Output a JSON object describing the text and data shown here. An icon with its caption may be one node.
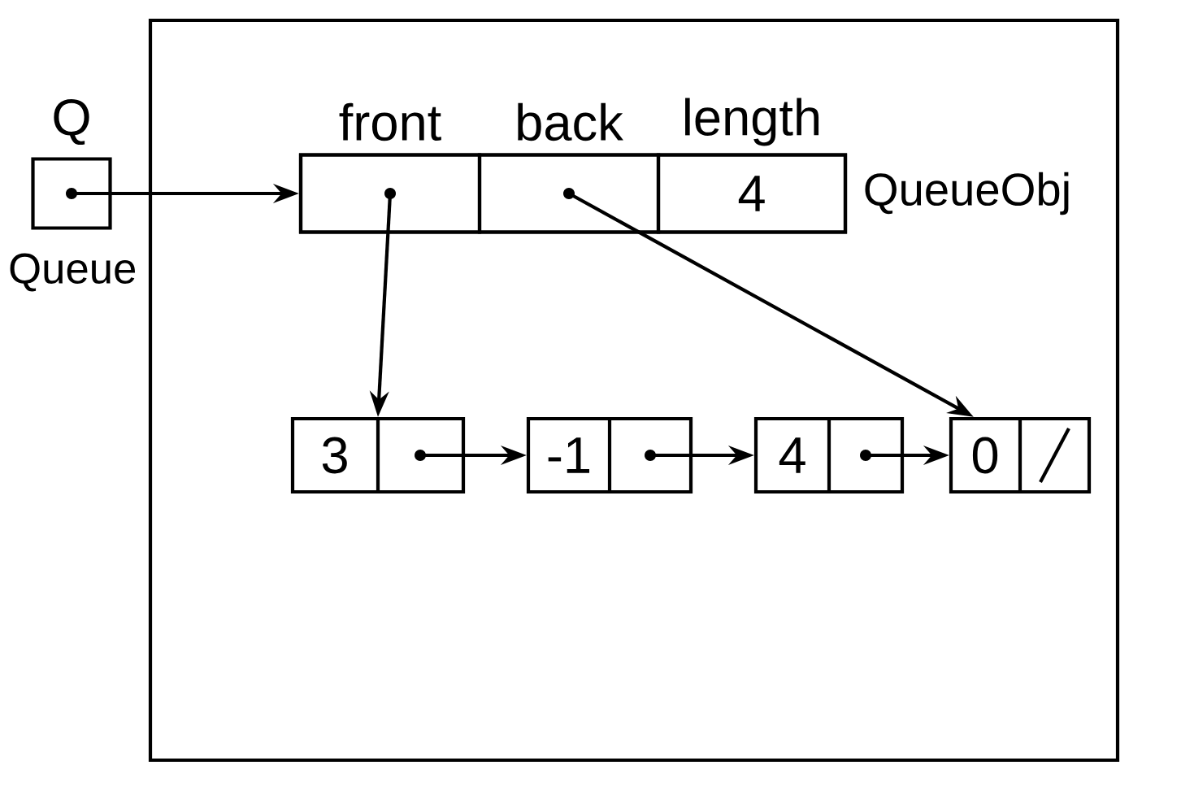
{
  "diagram": {
    "nodes": [
      {
        "text": [],
        "shape": "box"
      },
      {
        "text": [
          "Q"
        ],
        "beside": [
          "Queue"
        ]
      },
      {
        "text": [],
        "shape": "box",
        "beside": [
          "QueueObj"
        ],
        "in": 0
      },
      {
        "text": [
          "front"
        ],
        "in": 2
      },
      {
        "text": [
          "back"
        ],
        "in": 2
      },
      {
        "text": [
          "length",
          "4"
        ],
        "in": 2
      },
      {
        "text": [
          "3"
        ],
        "in": 0
      },
      {
        "text": [
          "-1"
        ],
        "in": 0
      },
      {
        "text": [
          "4"
        ],
        "in": 0
      },
      {
        "text": [
          "0"
        ],
        "in": 0
      }
    ],
    "edges": [
      {
        "from": 1,
        "to": 2,
        "arrow": "to"
      },
      {
        "from": 3,
        "to": 6,
        "arrow": "to"
      },
      {
        "from": 4,
        "to": 9,
        "arrow": "to"
      },
      {
        "from": 6,
        "to": 7,
        "arrow": "to"
      },
      {
        "from": 7,
        "to": 8,
        "arrow": "to"
      },
      {
        "from": 8,
        "to": 9,
        "arrow": "to"
      }
    ]
  }
}
